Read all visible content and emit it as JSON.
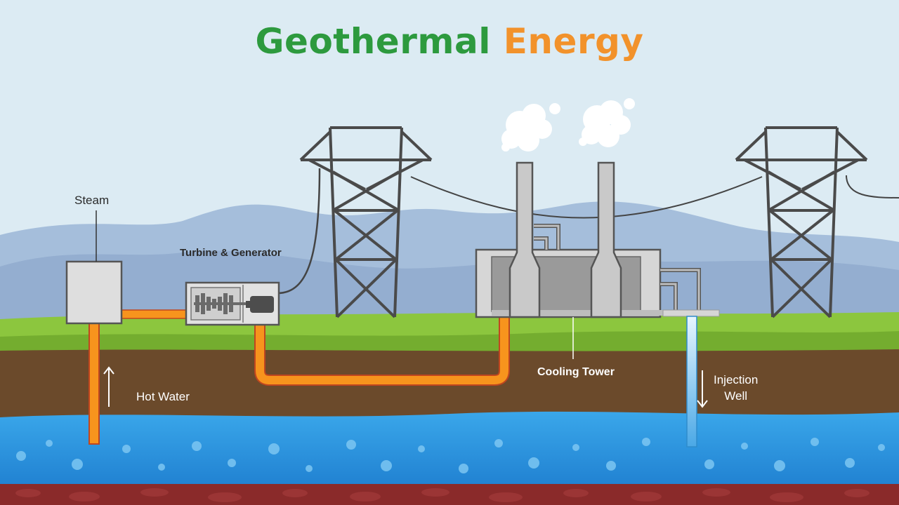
{
  "title": {
    "part1": "Geothermal",
    "part2": "Energy",
    "part1_color": "#2d9a3e",
    "part2_color": "#f2922b"
  },
  "labels": {
    "steam": "Steam",
    "turbine_generator": "Turbine & Generator",
    "hot_water": "Hot Water",
    "cooling_tower": "Cooling Tower",
    "injection_well_line1": "Injection",
    "injection_well_line2": "Well"
  },
  "colors": {
    "sky": "#dcebf3",
    "mountains": "#a5bedb",
    "grass": "#8cc63e",
    "soil": "#6b4a2b",
    "water": "#2f9ee0",
    "magma": "#8a2a2a",
    "pipe": "#f7941d",
    "tower": "#555555"
  }
}
